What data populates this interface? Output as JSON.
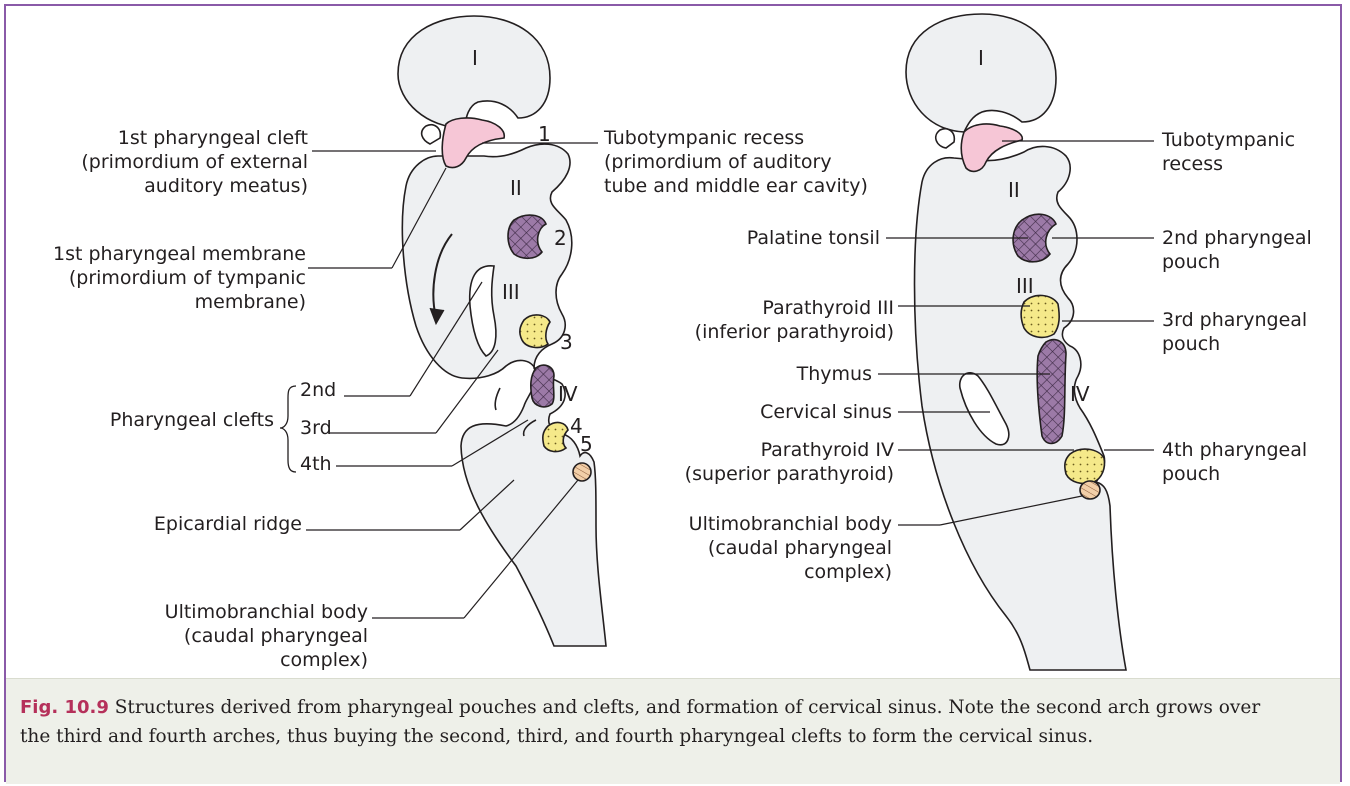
{
  "left_diagram": {
    "arches": {
      "a1": "I",
      "a2": "II",
      "a3": "III",
      "a4": "IV"
    },
    "pouch_numbers": {
      "p1": "1",
      "p2": "2",
      "p3": "3",
      "p4": "4",
      "p5": "5"
    },
    "labels": {
      "first_cleft": [
        "1st pharyngeal cleft",
        "(primordium of external",
        "auditory meatus)"
      ],
      "first_membrane": [
        "1st pharyngeal membrane",
        "(primordium of tympanic",
        "membrane)"
      ],
      "clefts_group": "Pharyngeal clefts",
      "cleft_2nd": "2nd",
      "cleft_3rd": "3rd",
      "cleft_4th": "4th",
      "epicardial_ridge": "Epicardial ridge",
      "ultimobranchial": [
        "Ultimobranchial body",
        "(caudal pharyngeal",
        "complex)"
      ],
      "tubotympanic": [
        "Tubotympanic recess",
        "(primordium of auditory",
        "tube and middle ear cavity)"
      ]
    }
  },
  "right_diagram": {
    "arches": {
      "a1": "I",
      "a2": "II",
      "a3": "III",
      "a4": "IV"
    },
    "labels": {
      "tubotympanic": [
        "Tubotympanic",
        "recess"
      ],
      "palatine_tonsil": "Palatine tonsil",
      "second_pouch": [
        "2nd pharyngeal",
        "pouch"
      ],
      "parathyroid3": [
        "Parathyroid III",
        "(inferior parathyroid)"
      ],
      "third_pouch": [
        "3rd pharyngeal",
        "pouch"
      ],
      "thymus": "Thymus",
      "cervical_sinus": "Cervical sinus",
      "parathyroid4": [
        "Parathyroid IV",
        "(superior parathyroid)"
      ],
      "fourth_pouch": [
        "4th pharyngeal",
        "pouch"
      ],
      "ultimobranchial": [
        "Ultimobranchial body",
        "(caudal pharyngeal",
        "complex)"
      ]
    }
  },
  "caption": {
    "figure_number": "Fig. 10.9",
    "line1": " Structures derived from pharyngeal pouches and clefts, and formation of cervical sinus. Note the second arch grows over",
    "line2": "the third and fourth arches, thus buying the second, third, and fourth pharyngeal clefts to form the cervical sinus."
  },
  "colors": {
    "border": "#8a5aa8",
    "tissue_fill": "#eef0f2",
    "recess_pink": "#f6c6d6",
    "tonsil_purple": "#9c7aa7",
    "parathyroid_yellow": "#f5e98a",
    "ultimobranchial_peach": "#f2cfa8",
    "caption_bg": "#eef0e9",
    "figure_number": "#b5305a"
  }
}
